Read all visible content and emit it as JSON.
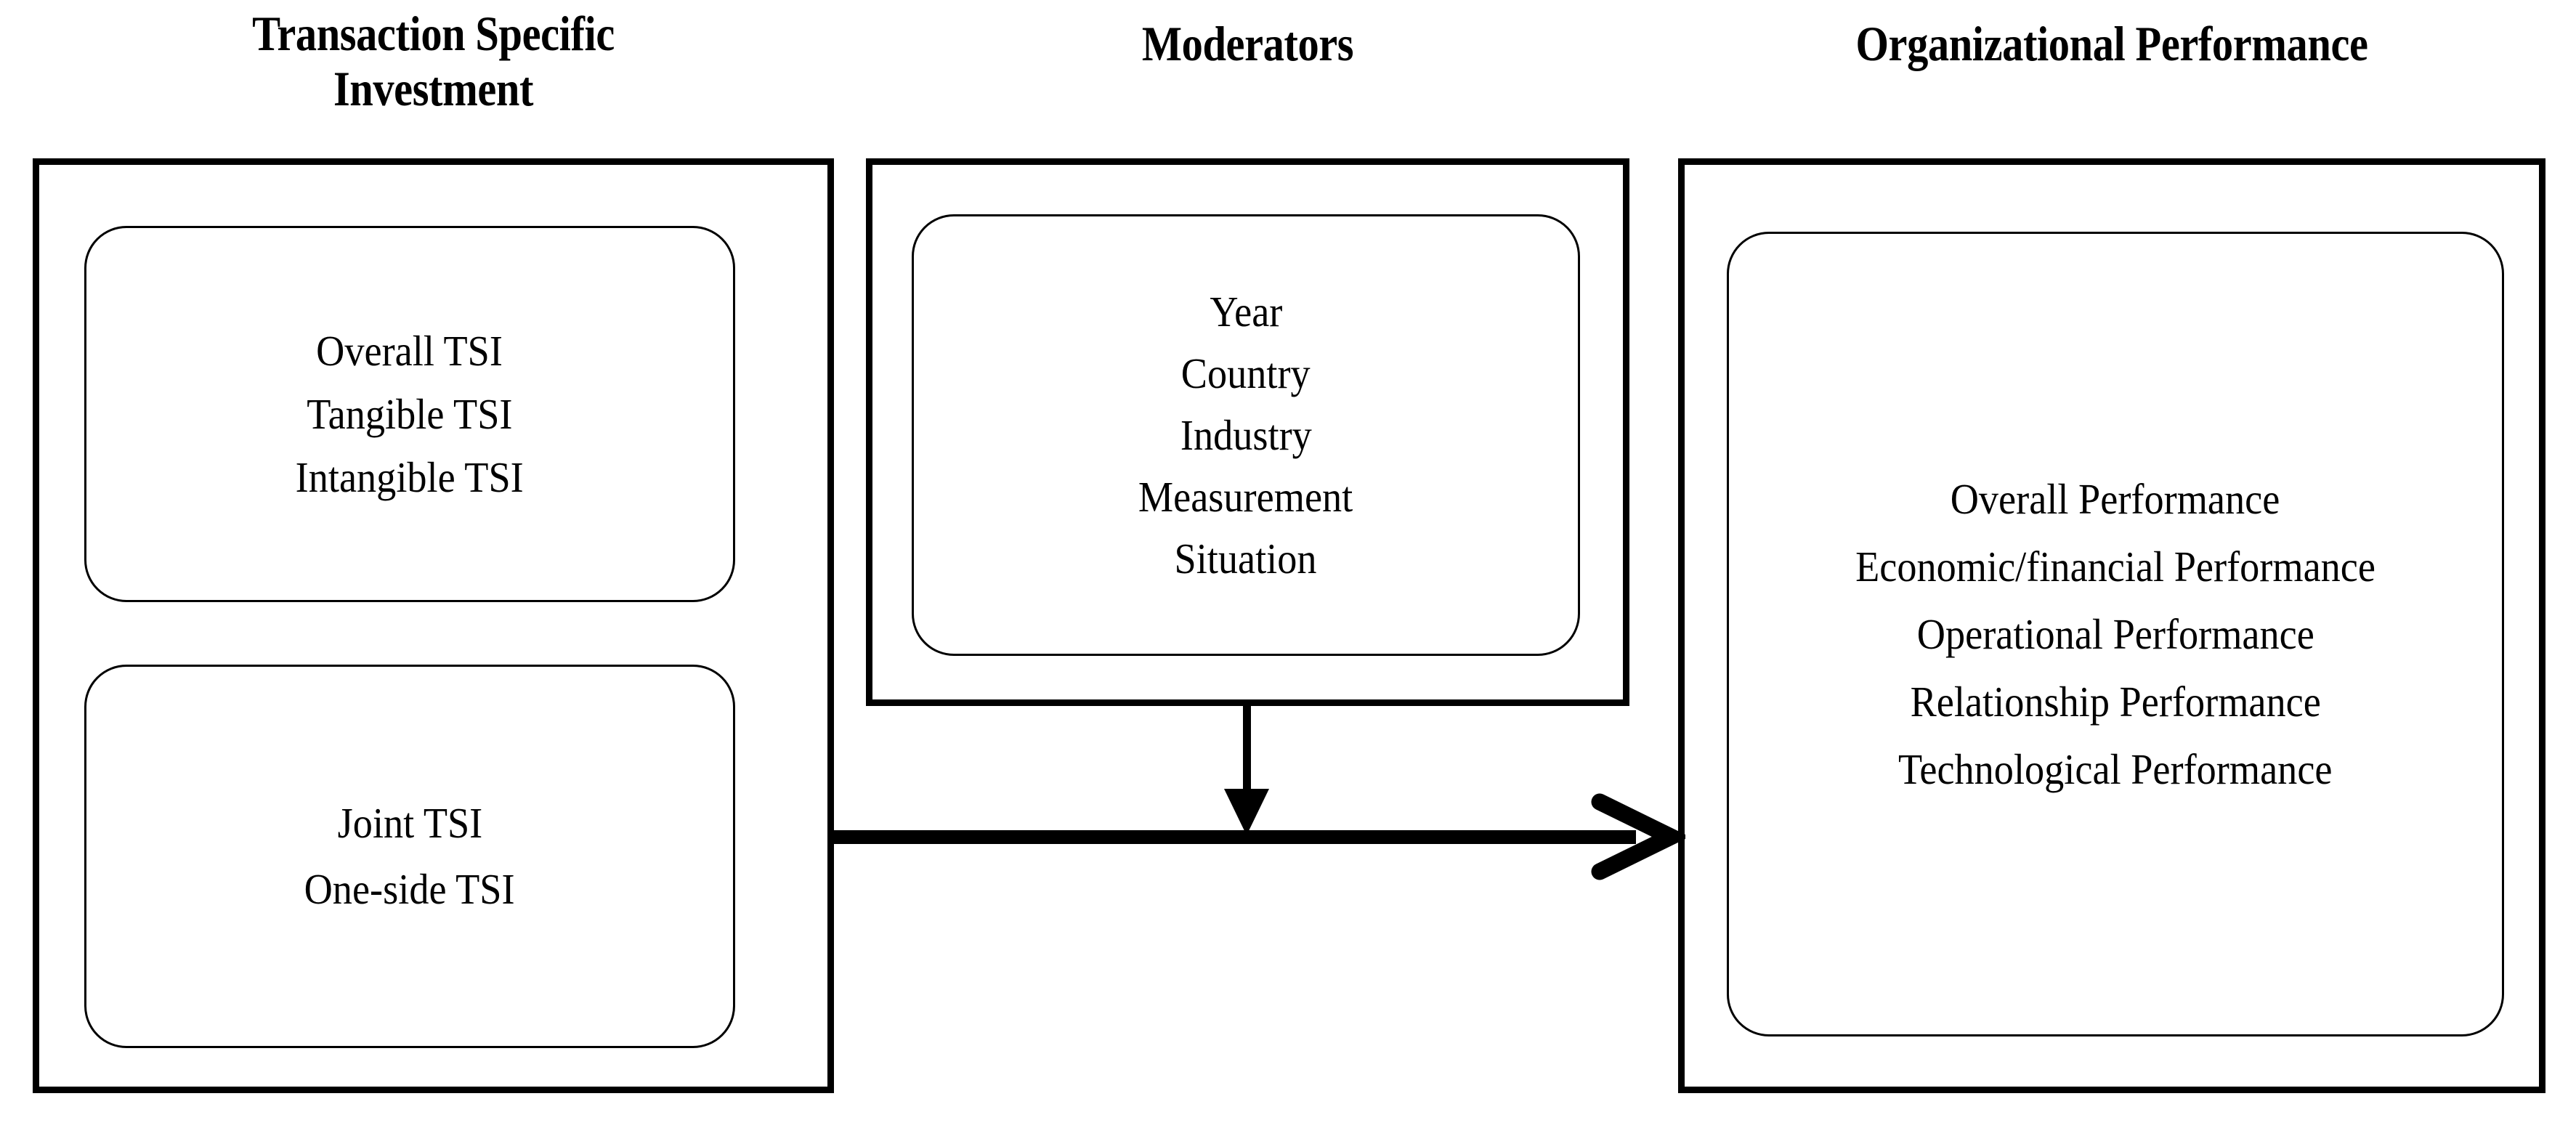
{
  "diagram": {
    "title_transaction": "Transaction Specific\nInvestment",
    "title_moderators": "Moderators",
    "title_performance": "Organizational Performance",
    "accent_color": "#000000",
    "background_color": "#ffffff"
  },
  "transaction_specific_investment": {
    "heading": "Transaction Specific\nInvestment",
    "primary_group": {
      "items": [
        {
          "label": "Overall TSI"
        },
        {
          "label": "Tangible TSI"
        },
        {
          "label": "Intangible TSI"
        }
      ]
    },
    "secondary_group": {
      "items": [
        {
          "label": "Joint TSI"
        },
        {
          "label": "One-side TSI"
        }
      ]
    }
  },
  "moderators": {
    "heading": "Moderators",
    "items": [
      {
        "label": "Year"
      },
      {
        "label": "Country"
      },
      {
        "label": "Industry"
      },
      {
        "label": "Measurement"
      },
      {
        "label": "Situation"
      }
    ]
  },
  "organizational_performance": {
    "heading": "Organizational Performance",
    "items": [
      {
        "label": "Overall Performance"
      },
      {
        "label": "Economic/financial Performance"
      },
      {
        "label": "Operational Performance"
      },
      {
        "label": "Relationship Performance"
      },
      {
        "label": "Technological Performance"
      }
    ]
  },
  "connectors": {
    "main_relationship": {
      "from": "Transaction Specific Investment",
      "to": "Organizational Performance",
      "style": "solid-thick-arrow-right"
    },
    "moderation": {
      "from": "Moderators",
      "to": "main_relationship",
      "style": "solid-arrow-down"
    }
  }
}
